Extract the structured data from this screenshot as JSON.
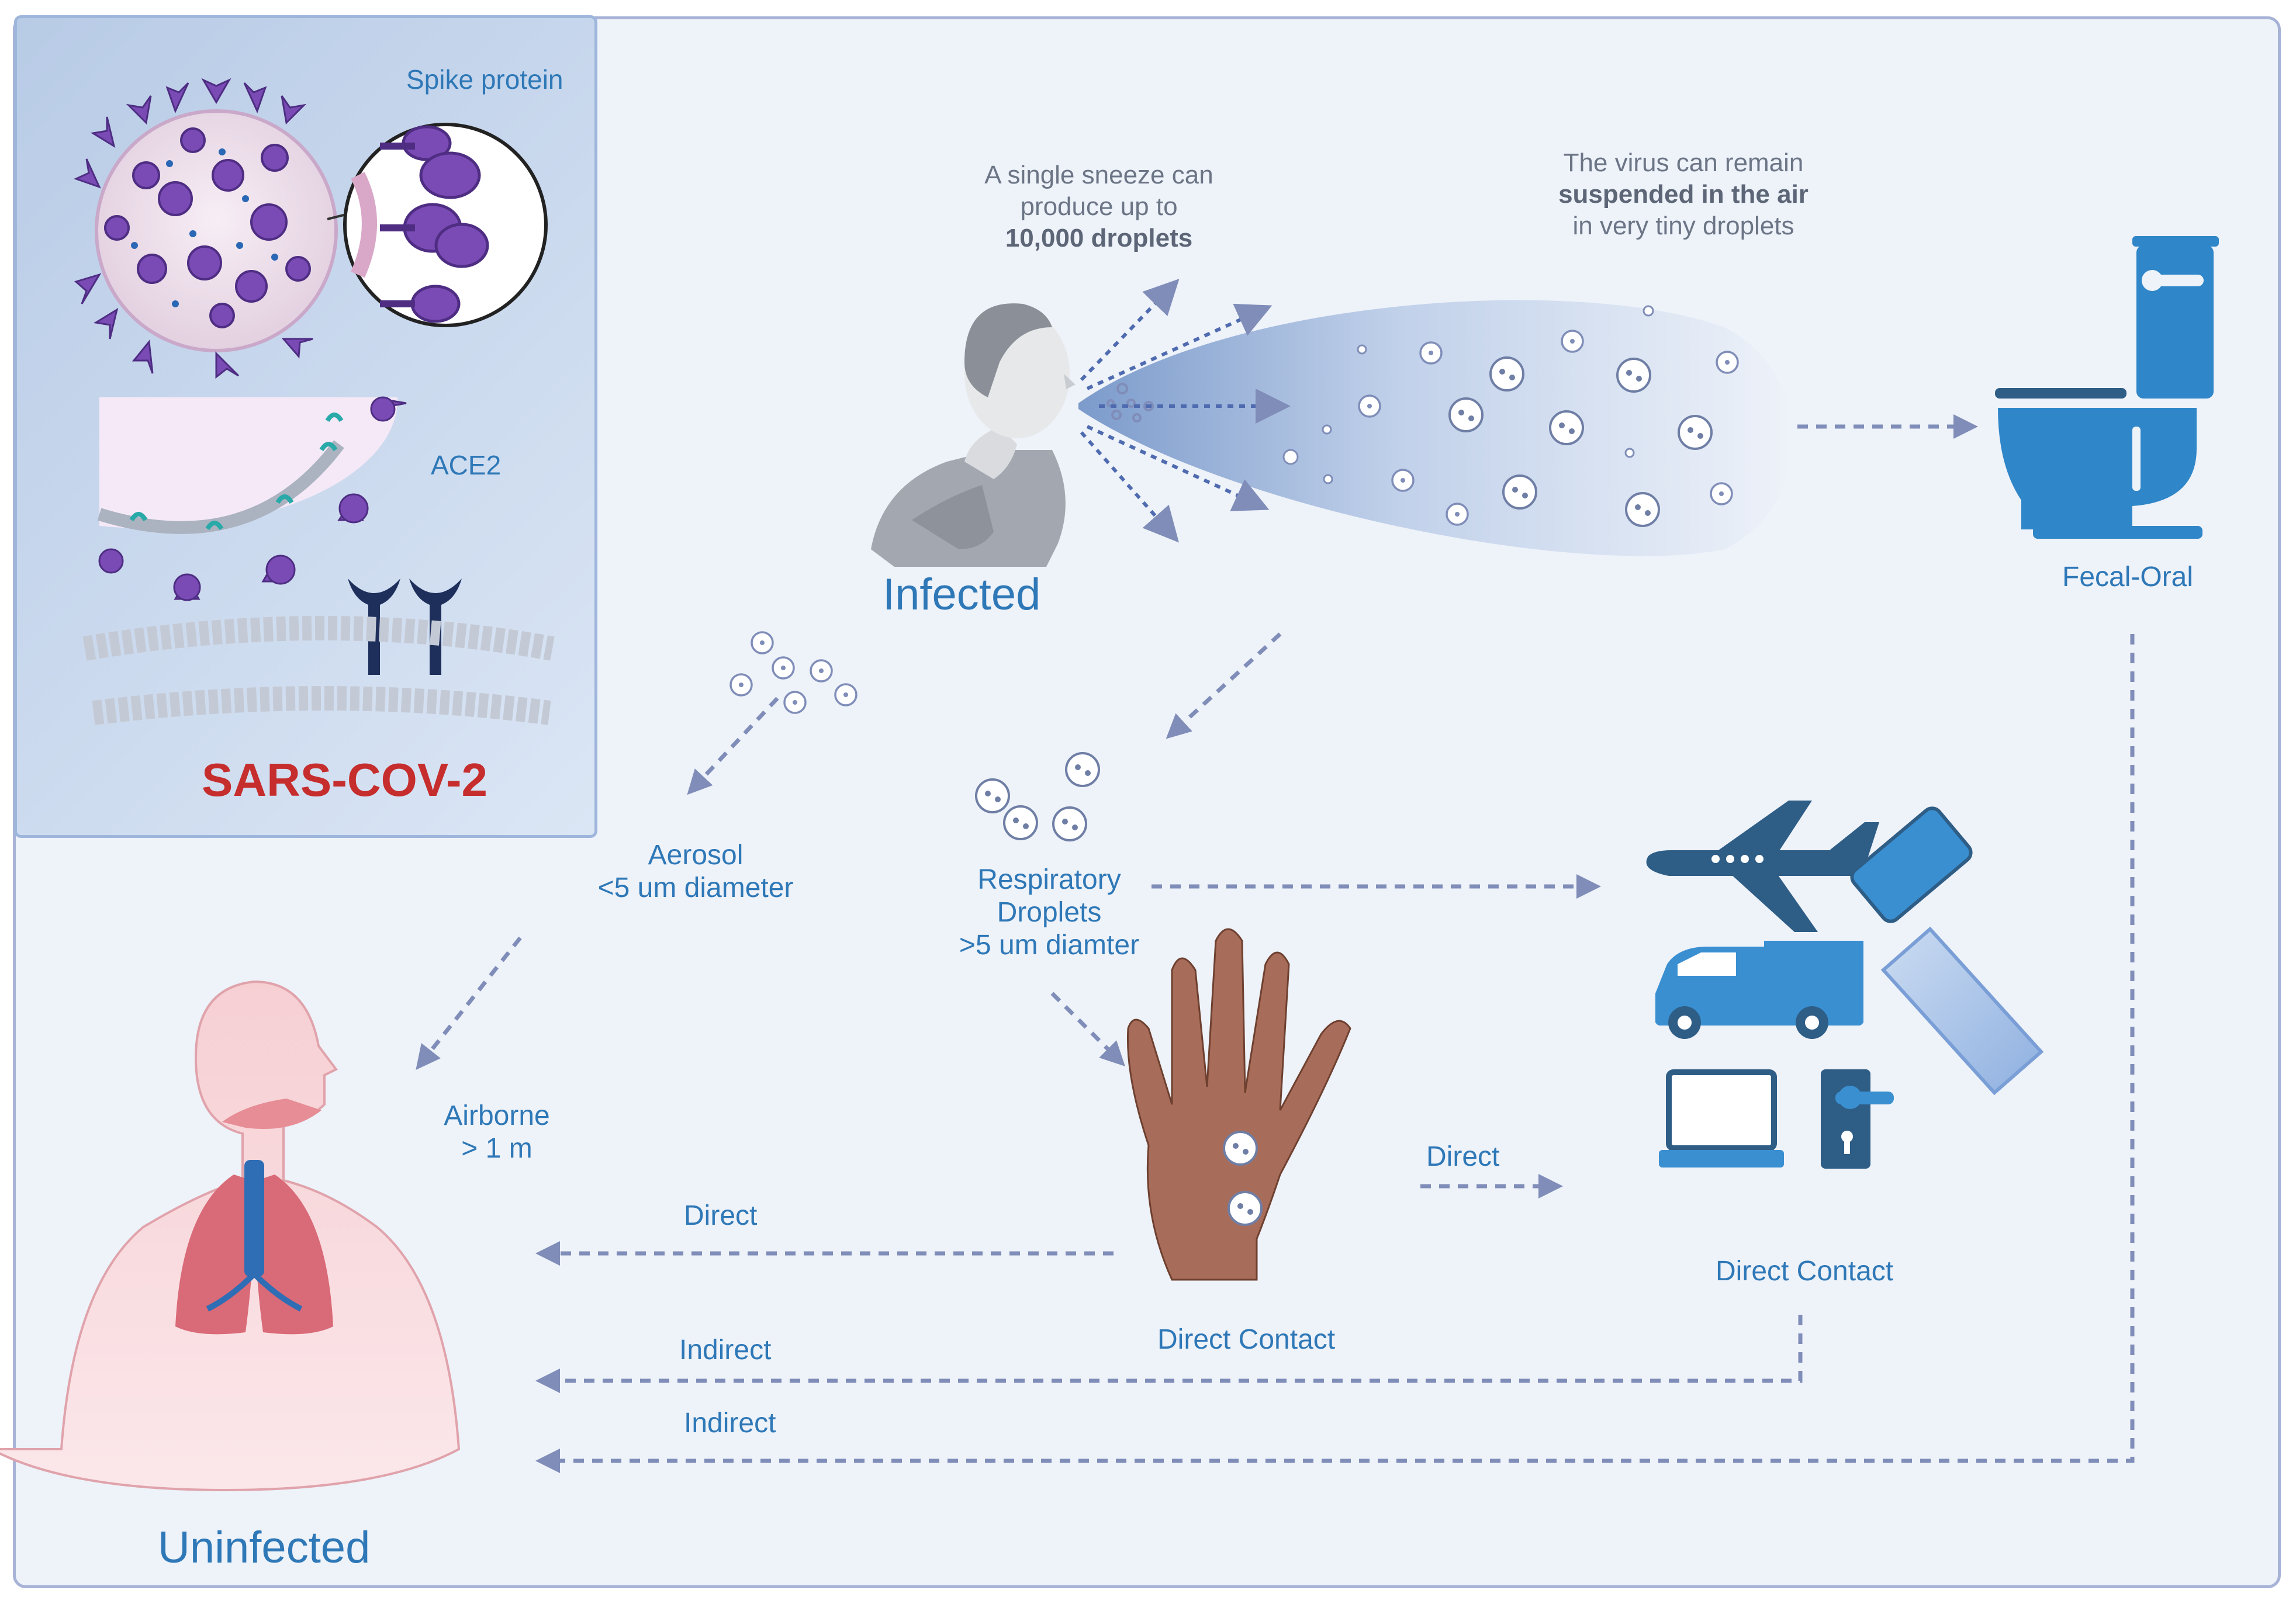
{
  "inset": {
    "title": "SARS-COV-2",
    "spike_label": "Spike protein",
    "ace2_label": "ACE2"
  },
  "infected": {
    "label": "Infected",
    "sneeze_line1": "A single sneeze can",
    "sneeze_line2": "produce up to",
    "sneeze_bold": "10,000 droplets"
  },
  "air": {
    "line1": "The virus can remain",
    "bold": "suspended in the air",
    "line3": "in very tiny droplets"
  },
  "fecal": {
    "label": "Fecal-Oral"
  },
  "aerosol": {
    "line1": "Aerosol",
    "line2": "<5 um diameter"
  },
  "droplets": {
    "line1": "Respiratory",
    "line2": "Droplets",
    "line3": ">5 um diamter"
  },
  "airborne": {
    "line1": "Airborne",
    "line2": "> 1 m"
  },
  "direct_left": "Direct",
  "direct_right": "Direct",
  "hand_label": "Direct Contact",
  "objects_label": "Direct Contact",
  "indirect1": "Indirect",
  "indirect2": "Indirect",
  "uninfected": {
    "label": "Uninfected"
  },
  "colors": {
    "accent_blue": "#2e78b7",
    "title_red": "#c62d2d",
    "arrow": "#7f8db8",
    "virus_purple": "#7a4bb5",
    "object_blue": "#3a8fd1",
    "object_dark": "#2e5d86"
  }
}
